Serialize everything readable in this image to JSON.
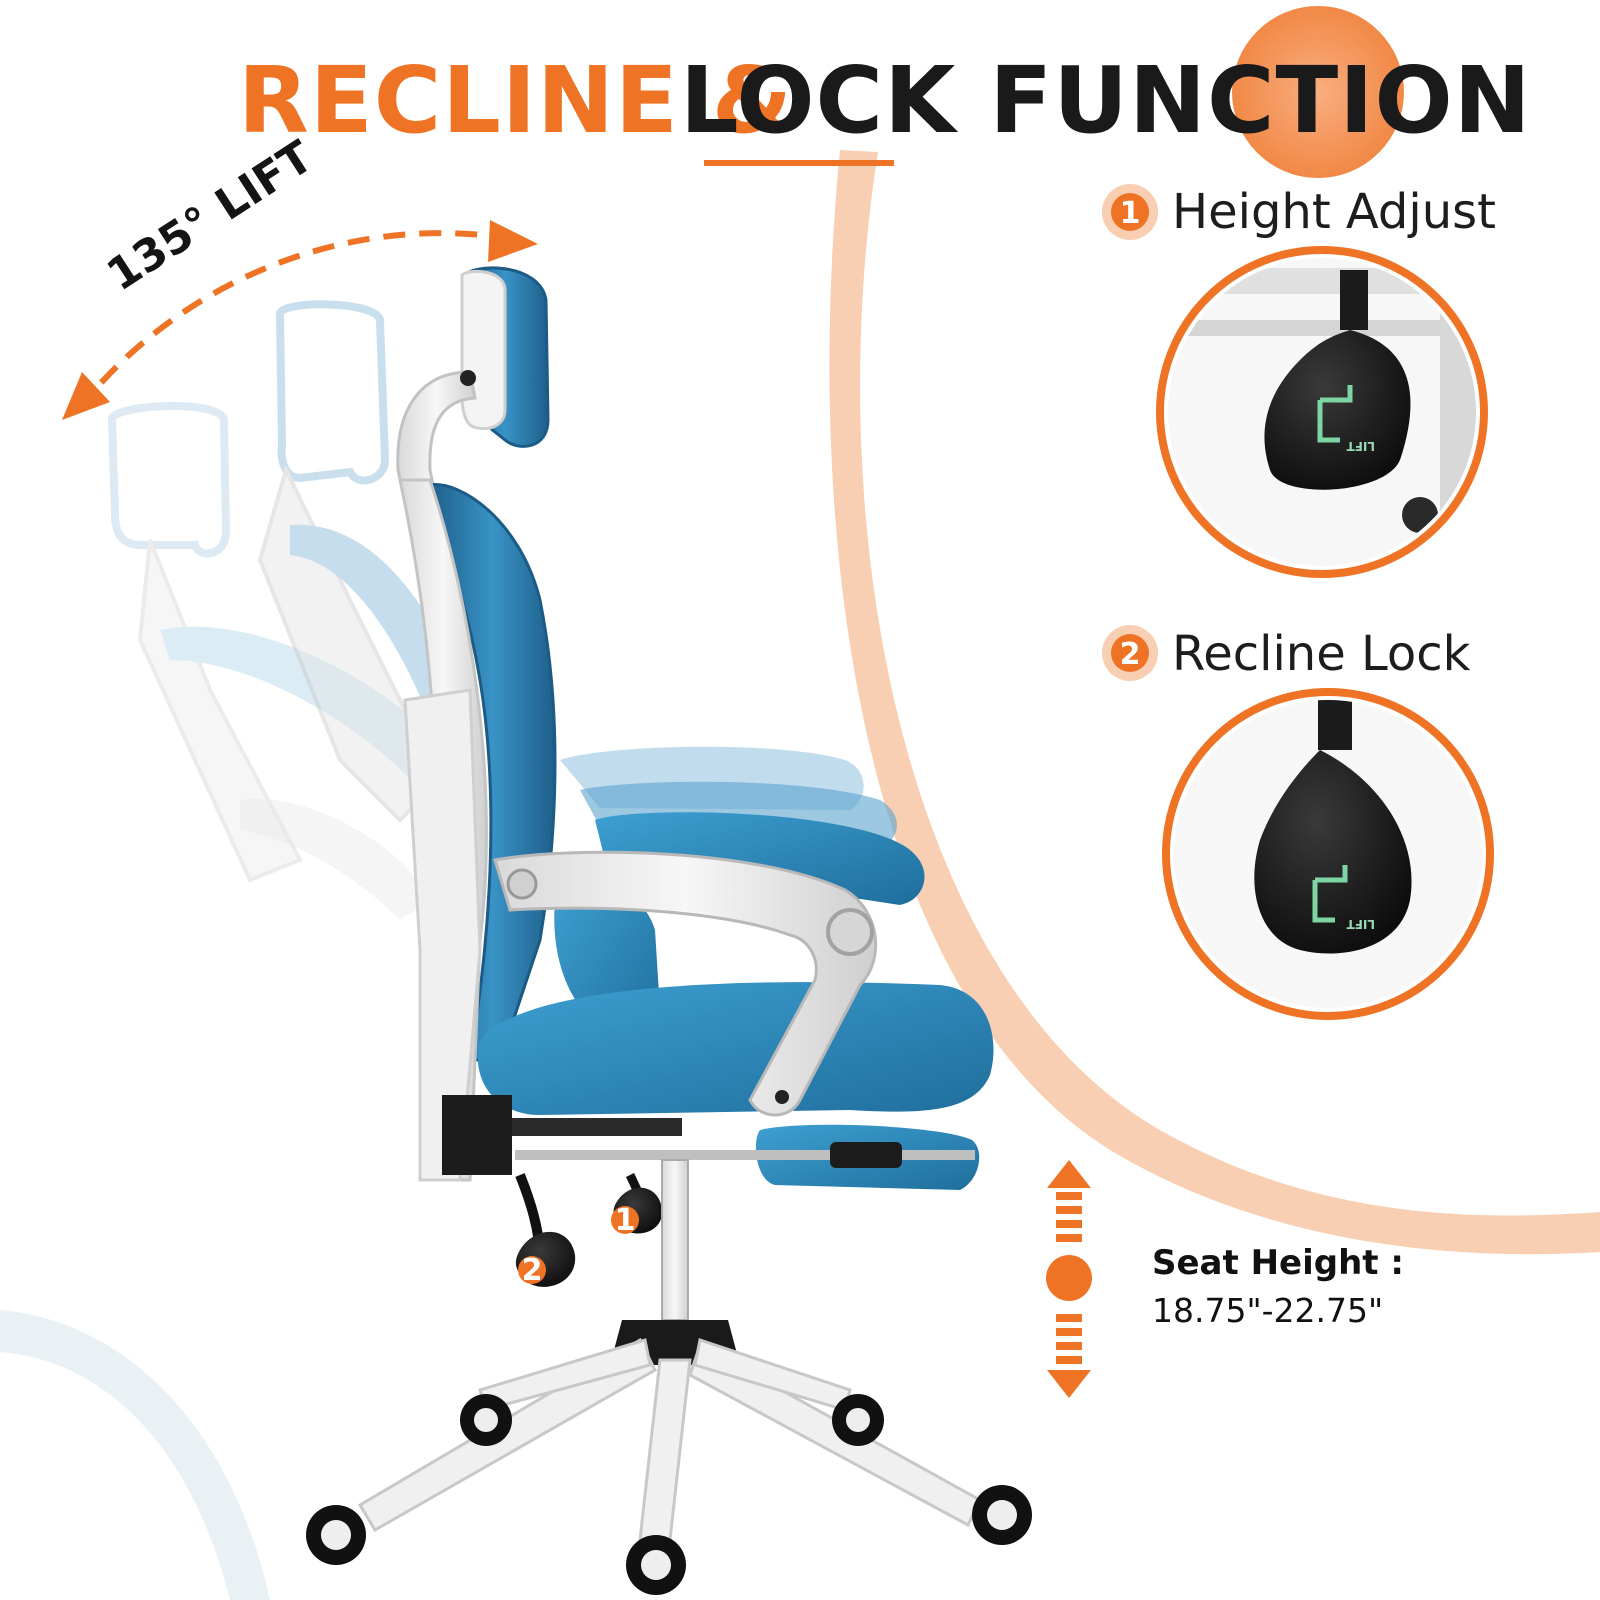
{
  "title": {
    "part1": "RECLINE &",
    "part2": "LOCK FUNCTION"
  },
  "angle_label": "135° LIFT",
  "features": [
    {
      "number": "1",
      "label": "Height Adjust"
    },
    {
      "number": "2",
      "label": "Recline Lock"
    }
  ],
  "lever_icon_text": "LIFT",
  "seat_height": {
    "label": "Seat Height :",
    "range": "18.75\"-22.75\""
  },
  "colors": {
    "accent": "#ef7325",
    "accent_light": "#f7c7a6",
    "mesh_blue": "#2f86b8",
    "frame_white": "#f2f2f2"
  }
}
